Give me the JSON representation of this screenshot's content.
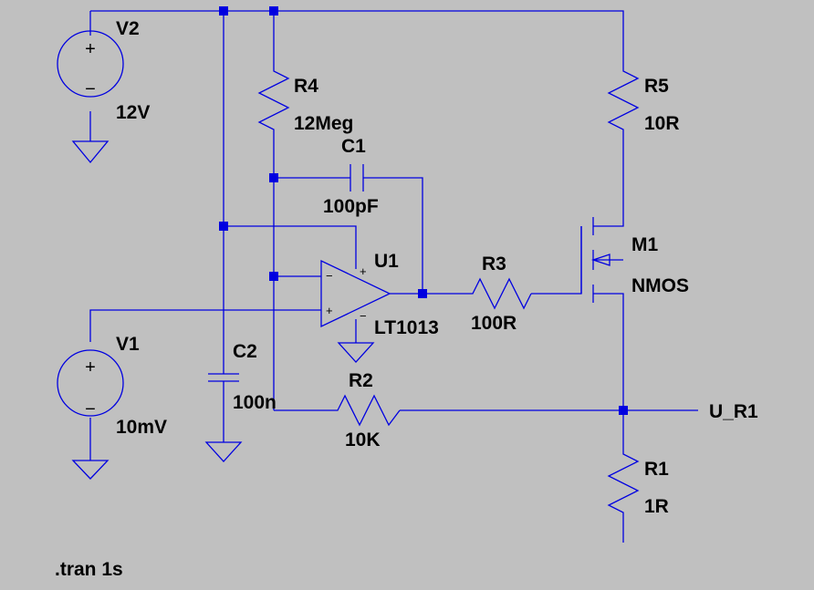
{
  "components": {
    "v2": {
      "name": "V2",
      "value": "12V"
    },
    "v1": {
      "name": "V1",
      "value": "10mV"
    },
    "r4": {
      "name": "R4",
      "value": "12Meg"
    },
    "r5": {
      "name": "R5",
      "value": "10R"
    },
    "c1": {
      "name": "C1",
      "value": "100pF"
    },
    "c2": {
      "name": "C2",
      "value": "100n"
    },
    "u1": {
      "name": "U1",
      "value": "LT1013"
    },
    "r3": {
      "name": "R3",
      "value": "100R"
    },
    "m1": {
      "name": "M1",
      "value": "NMOS"
    },
    "r2": {
      "name": "R2",
      "value": "10K"
    },
    "r1": {
      "name": "R1",
      "value": "1R"
    }
  },
  "net_labels": {
    "u_r1": "U_R1"
  },
  "pin_marks": {
    "plus": "+",
    "minus": "−"
  },
  "directive": ".tran 1s",
  "colors": {
    "background": "#c0c0c0",
    "wire": "#0000e0",
    "text": "#000000"
  }
}
